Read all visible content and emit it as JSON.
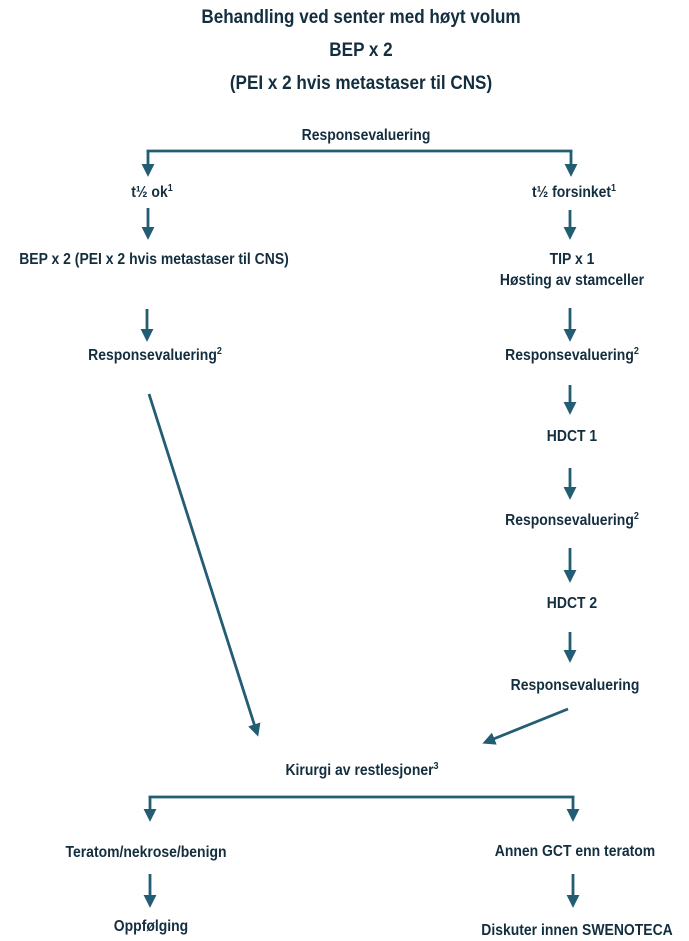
{
  "colors": {
    "text": "#132e3e",
    "arrow": "#235d73",
    "background": "#ffffff"
  },
  "title": {
    "line1": "Behandling ved senter med høyt volum",
    "line2": "BEP x 2",
    "line3": "(PEI x 2 hvis metastaser til CNS)"
  },
  "nodes": {
    "response_top": "Responsevaluering",
    "t_half_ok": {
      "text": "t½ ok",
      "sup": "1"
    },
    "t_half_delayed": {
      "text": "t½ forsinket",
      "sup": "1"
    },
    "bep2": "BEP x 2 (PEI x 2 hvis metastaser til CNS)",
    "tip": {
      "line1": "TIP x 1",
      "line2": "Høsting av stamceller"
    },
    "response_left": {
      "text": "Responsevaluering",
      "sup": "2"
    },
    "response_right1": {
      "text": "Responsevaluering",
      "sup": "2"
    },
    "hdct1": "HDCT 1",
    "response_right2": {
      "text": "Responsevaluering",
      "sup": "2"
    },
    "hdct2": "HDCT 2",
    "response_right3": "Responsevaluering",
    "surgery": {
      "text": "Kirurgi av restlesjoner",
      "sup": "3"
    },
    "teratoma": "Teratom/nekrose/benign",
    "other_gct": "Annen GCT enn teratom",
    "followup": "Oppfølging",
    "discuss": "Diskuter innen SWENOTECA"
  }
}
